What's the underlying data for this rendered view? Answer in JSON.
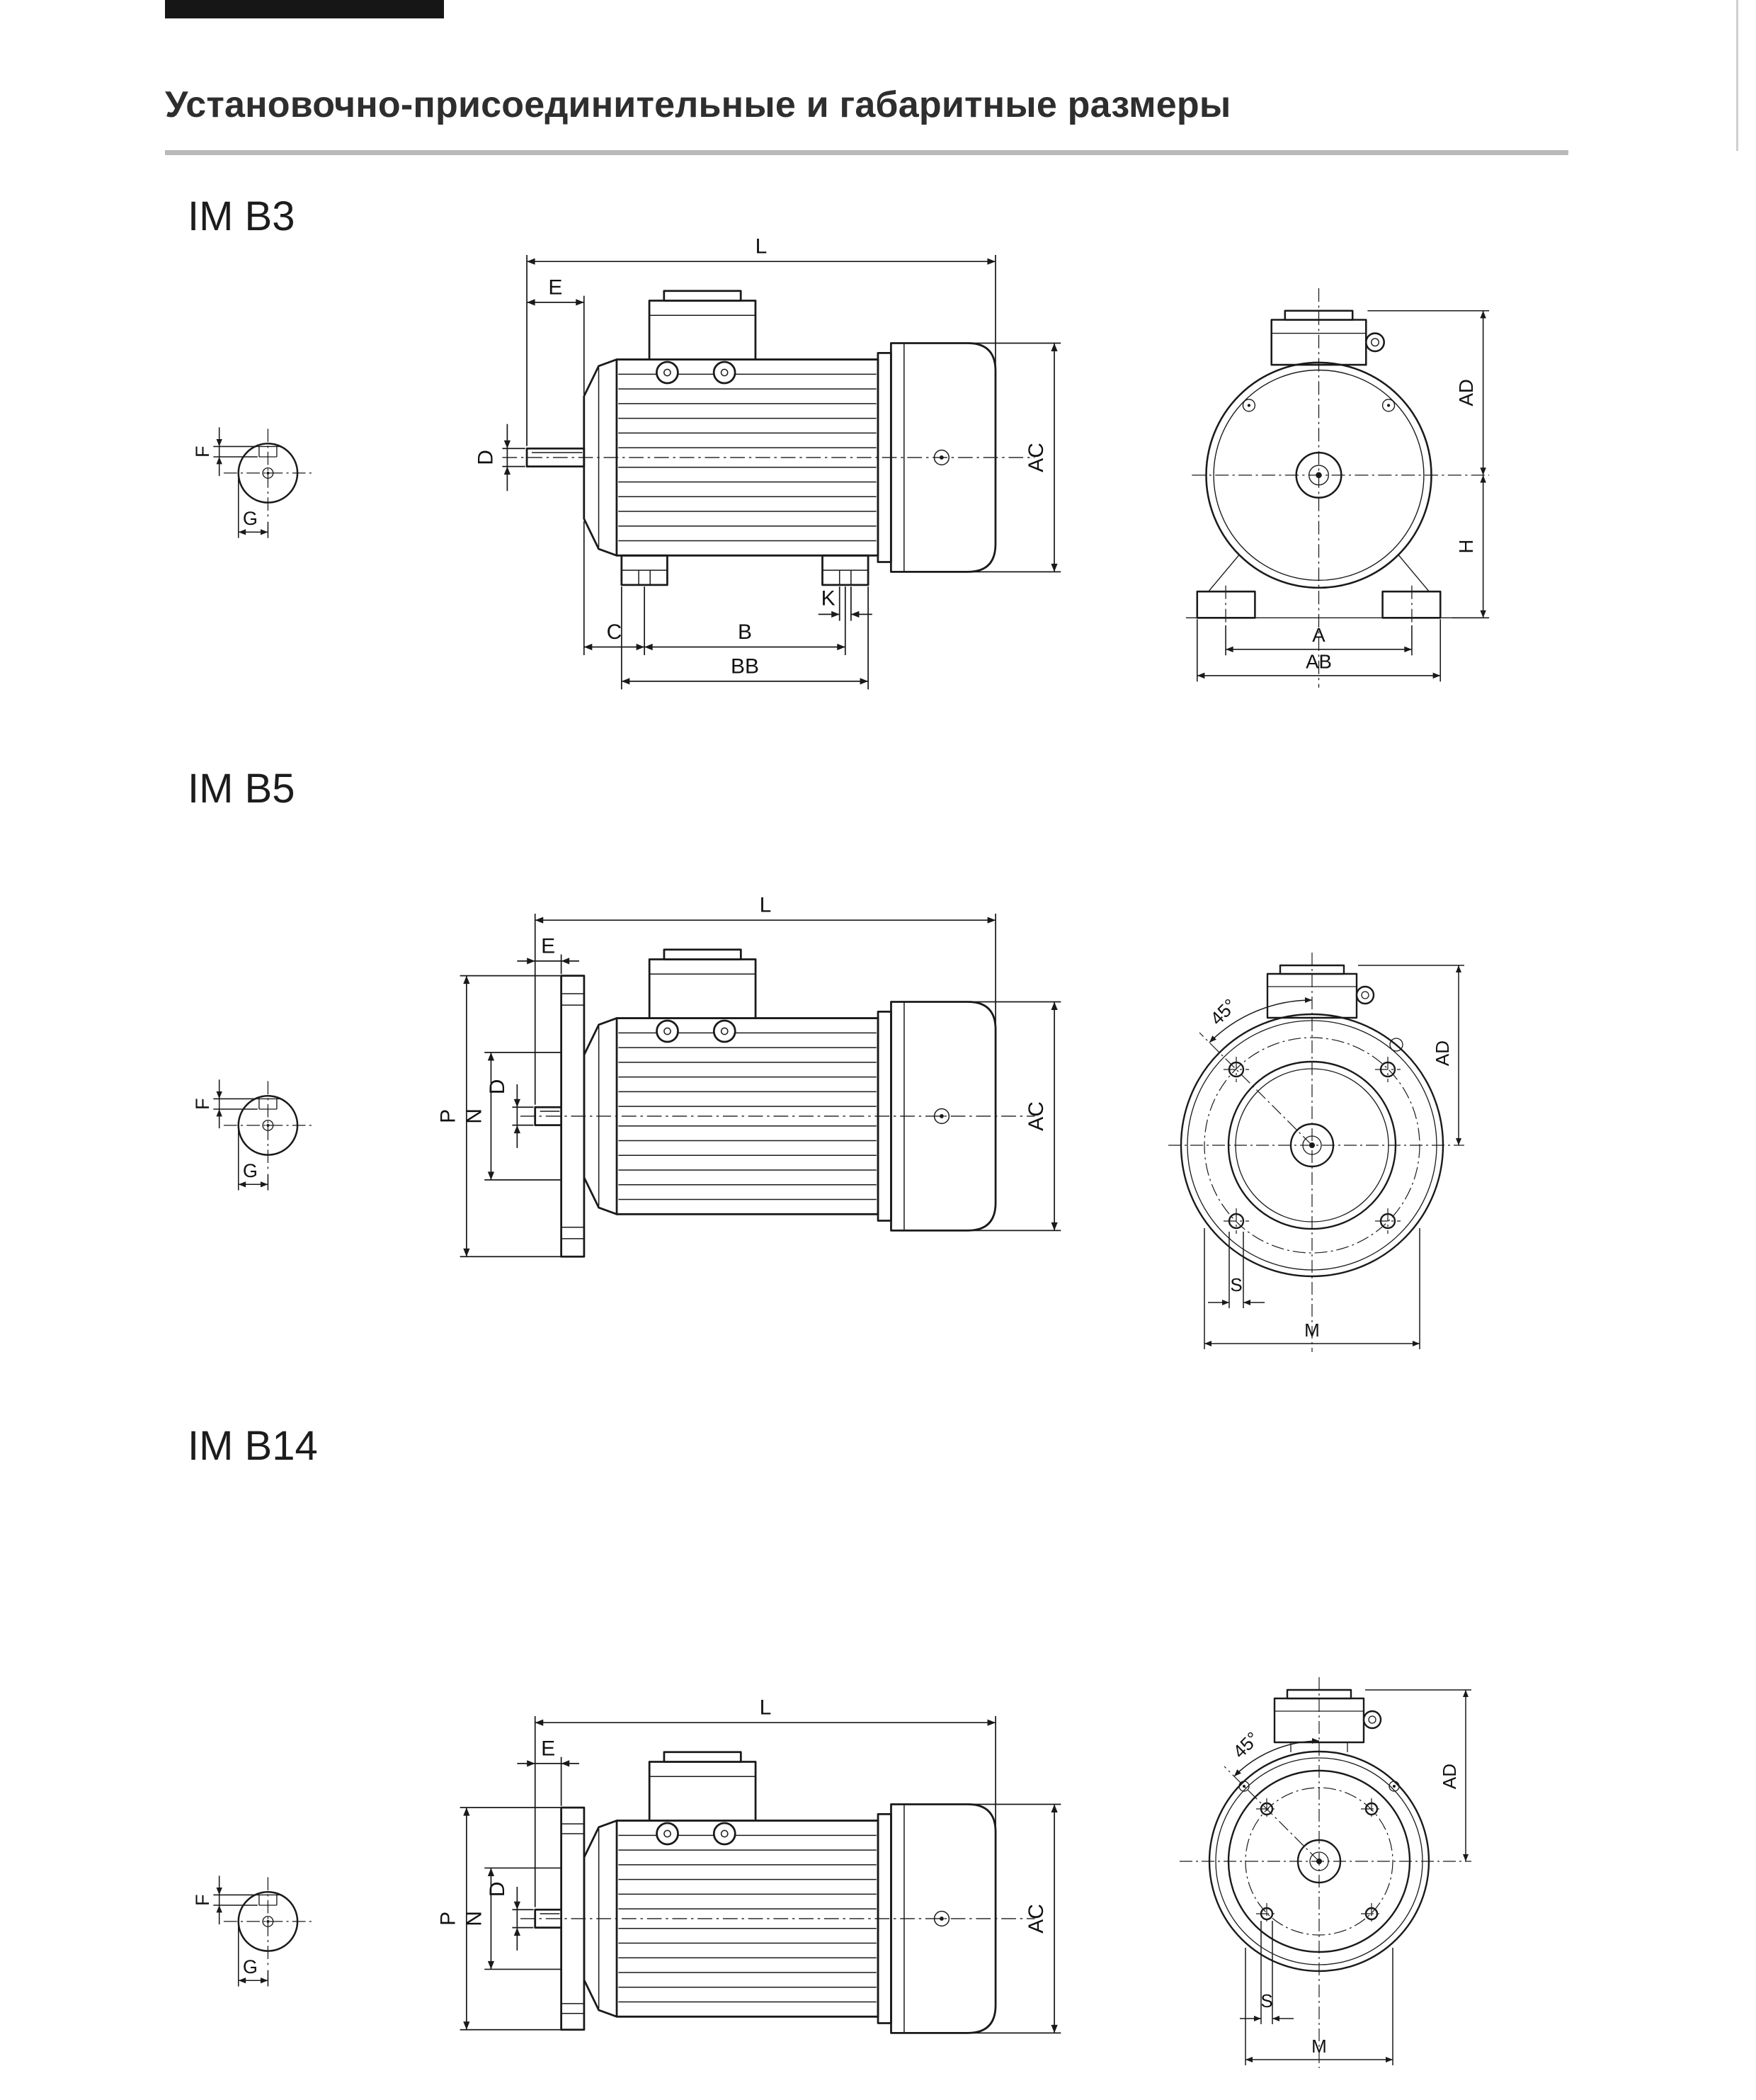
{
  "header": {
    "title": "Установочно-присоединительные и габаритные размеры"
  },
  "colors": {
    "ink": "#1a1a1a",
    "rule_gray": "#b9b9b9",
    "header_bar": "#161616"
  },
  "sections": {
    "b3": {
      "label": "IM B3",
      "dims": {
        "L": "L",
        "E": "E",
        "D": "D",
        "AC": "AC",
        "K": "K",
        "C": "C",
        "B": "B",
        "BB": "BB",
        "F": "F",
        "G": "G",
        "AD": "AD",
        "H": "H",
        "A": "A",
        "AB": "AB"
      }
    },
    "b5": {
      "label": "IM B5",
      "dims": {
        "L": "L",
        "E": "E",
        "D": "D",
        "N": "N",
        "P": "P",
        "AC": "AC",
        "F": "F",
        "G": "G",
        "angle45": "45°",
        "AD": "AD",
        "S": "S",
        "M": "M"
      }
    },
    "b14": {
      "label": "IM B14",
      "dims": {
        "L": "L",
        "E": "E",
        "D": "D",
        "N": "N",
        "P": "P",
        "AC": "AC",
        "F": "F",
        "G": "G",
        "angle45": "45°",
        "AD": "AD",
        "S": "S",
        "M": "M"
      }
    }
  }
}
